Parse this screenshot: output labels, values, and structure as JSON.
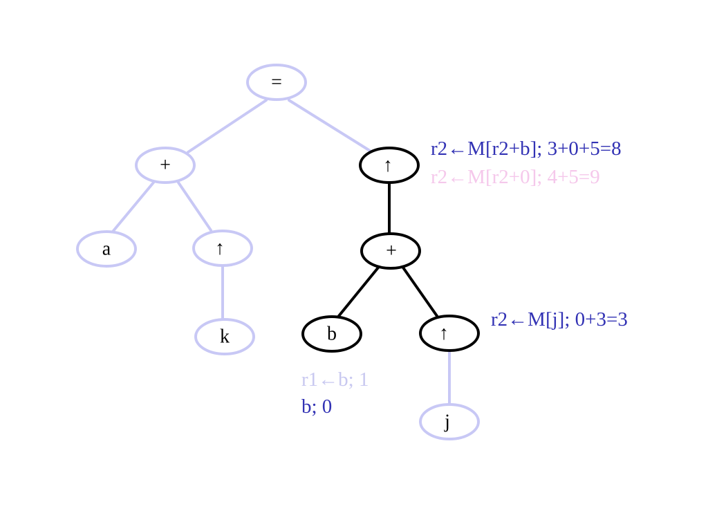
{
  "colors": {
    "active": "#000000",
    "inactive": "#c8c8f5",
    "label_primary": "#3232b4",
    "label_faint_pink": "#f5c8eb",
    "label_faint_blue": "#c8c8f0"
  },
  "nodes": {
    "root": "=",
    "left_plus": "+",
    "a": "a",
    "left_deref": "↑",
    "k": "k",
    "right_deref": "↑",
    "right_plus": "+",
    "b": "b",
    "inner_deref": "↑",
    "j": "j"
  },
  "annotations": {
    "right_deref_best": "r2←M[r2+b]; 3+0+5=8",
    "right_deref_alt": "r2←M[r2+0]; 4+5=9",
    "inner_deref": "r2←M[j]; 0+3=3",
    "b_alt": "r1←b; 1",
    "b_best": "b; 0"
  }
}
